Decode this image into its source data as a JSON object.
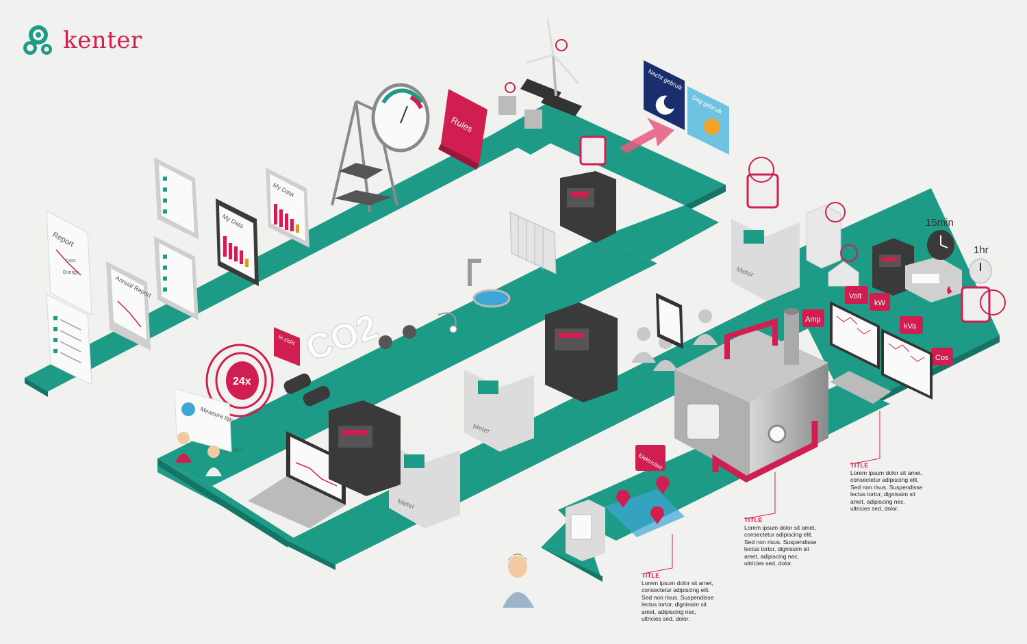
{
  "brand": {
    "name": "kenter",
    "primary": "#cf1e4f",
    "teal": "#1e9b86",
    "dark_teal": "#147565"
  },
  "labels": {
    "report": "Report",
    "cost": "Cost",
    "energy": "Energy",
    "annual_report": "Annual Report",
    "my_data": "My Data",
    "rules": "Rules",
    "nacht_gebruik": "Nacht gebruik",
    "dag_gebruik": "Dag gebruik",
    "in_zicht": "In zicht",
    "co2": "CO2",
    "times_24": "24x",
    "measure_tips": "Measure tips",
    "oh": "oh !",
    "meter": "Meter",
    "elektriciteit": "Elektriciteit",
    "min15": "15min",
    "hr1": "1hr",
    "volt": "Volt",
    "kw": "kW",
    "amp": "Amp",
    "kva": "kVa",
    "cos": "Cos"
  },
  "callouts": [
    {
      "title": "TITLE",
      "body": "Lorem ipsum dolor sit amet, consectetur adipiscing elit. Sed non risus. Suspendisse lectus tortor, dignissim sit amet, adipiscing nec, ultricies sed, dolor."
    },
    {
      "title": "TITLE",
      "body": "Lorem ipsum dolor sit amet, consectetur adipiscing elit. Sed non risus. Suspendisse lectus tortor, dignissim sit amet, adipiscing nec, ultricies sed, dolor."
    },
    {
      "title": "TITLE",
      "body": "Lorem ipsum dolor sit amet, consectetur adipiscing elit. Sed non risus. Suspendisse lectus tortor, dignissim sit amet, adipiscing nec, ultricies sed, dolor."
    }
  ],
  "icons": [
    "kenter-logo-icon",
    "wind-turbine-icon",
    "solar-panel-icon",
    "gauge-icon",
    "ladder-icon",
    "tablet-icon",
    "smart-meter-icon",
    "gas-meter-icon",
    "radiator-icon",
    "faucet-icon",
    "stove-icon",
    "binoculars-icon",
    "laptop-icon",
    "boiler-icon",
    "office-building-icon",
    "house-icon",
    "clock-icon",
    "monitor-icon",
    "map-pin-icon",
    "person-icon"
  ]
}
